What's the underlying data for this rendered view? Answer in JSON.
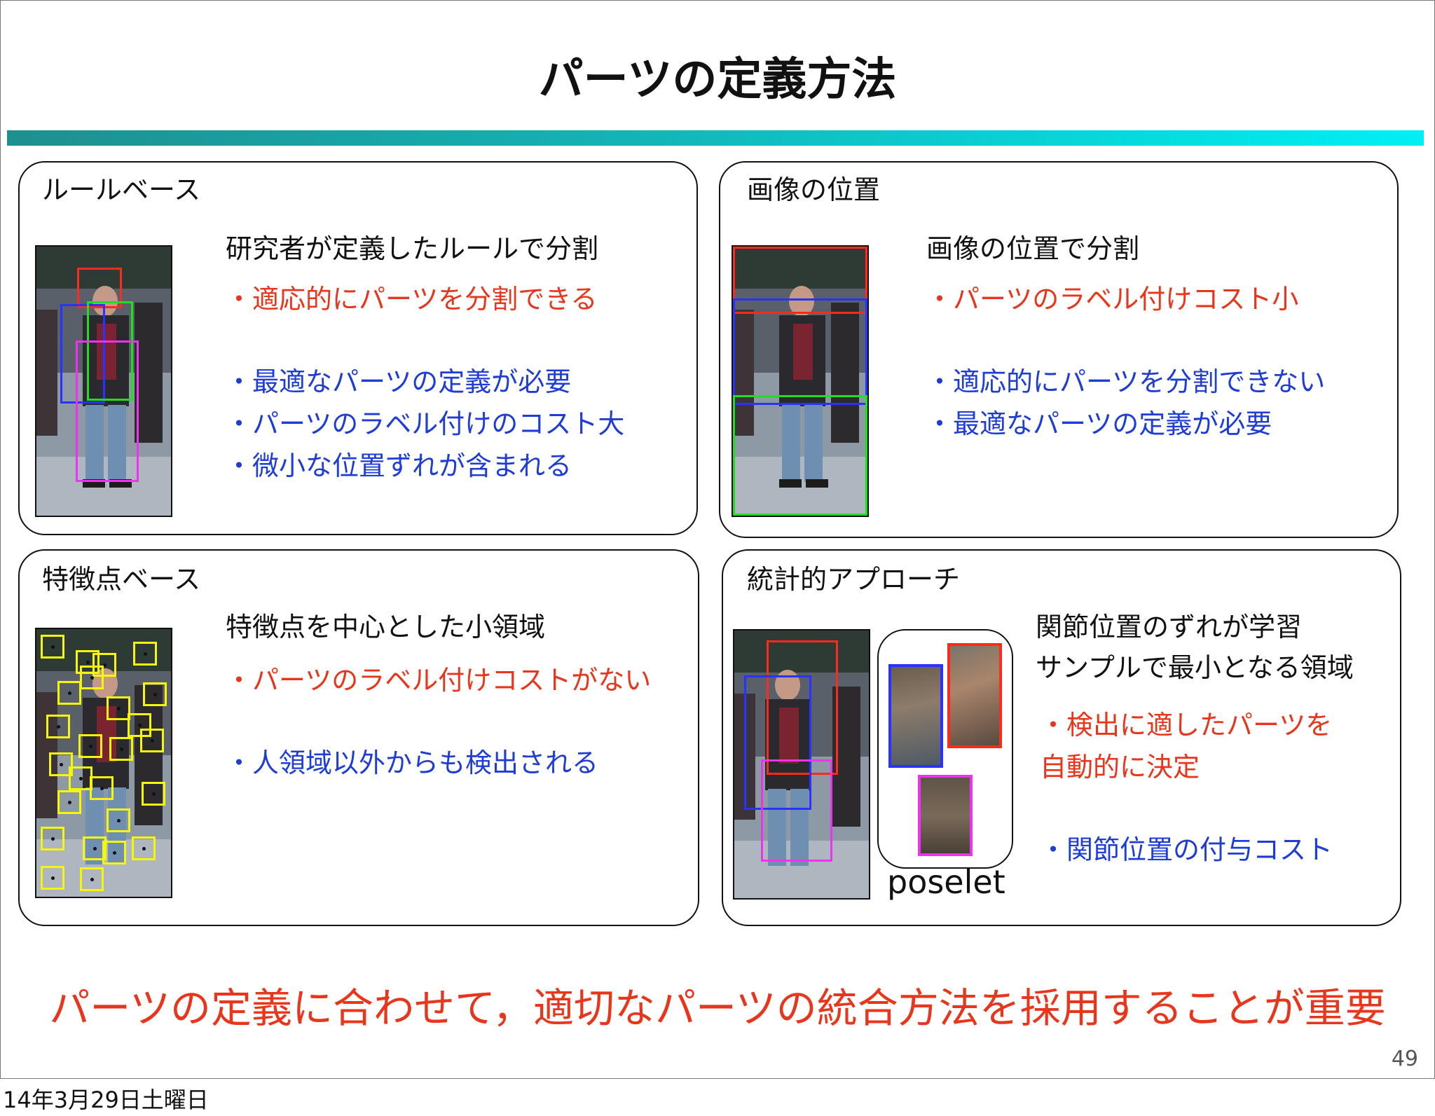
{
  "title": "パーツの定義方法",
  "panels": {
    "rule": {
      "label": "ルールベース",
      "heading": "研究者が定義したルールで分割",
      "lines": [
        "・適応的にパーツを分割できる",
        "・最適なパーツの定義が必要",
        "・パーツのラベル付けのコスト大",
        "・微小な位置ずれが含まれる"
      ]
    },
    "position": {
      "label": "画像の位置",
      "heading": "画像の位置で分割",
      "lines": [
        "・パーツのラベル付けコスト小",
        "・適応的にパーツを分割できない",
        "・最適なパーツの定義が必要"
      ]
    },
    "feature": {
      "label": "特徴点ベース",
      "heading": "特徴点を中心とした小領域",
      "lines": [
        "・パーツのラベル付けコストがない",
        "・人領域以外からも検出される"
      ]
    },
    "stat": {
      "label": "統計的アプローチ",
      "heading_lines": [
        "関節位置のずれが学習",
        "サンプルで最小となる領域"
      ],
      "lines": [
        "・検出に適したパーツを",
        "自動的に決定",
        "・関節位置の付与コスト"
      ],
      "poselet_label": "poselet"
    }
  },
  "footer": "パーツの定義に合わせて，適切なパーツの統合方法を採用することが重要",
  "page_number": "49",
  "date": "14年3月29日土曜日",
  "colors": {
    "red": "#e8361c",
    "blue": "#1e3cd6",
    "bar_start": "#1f8f8f",
    "bar_end": "#00f0f2"
  }
}
